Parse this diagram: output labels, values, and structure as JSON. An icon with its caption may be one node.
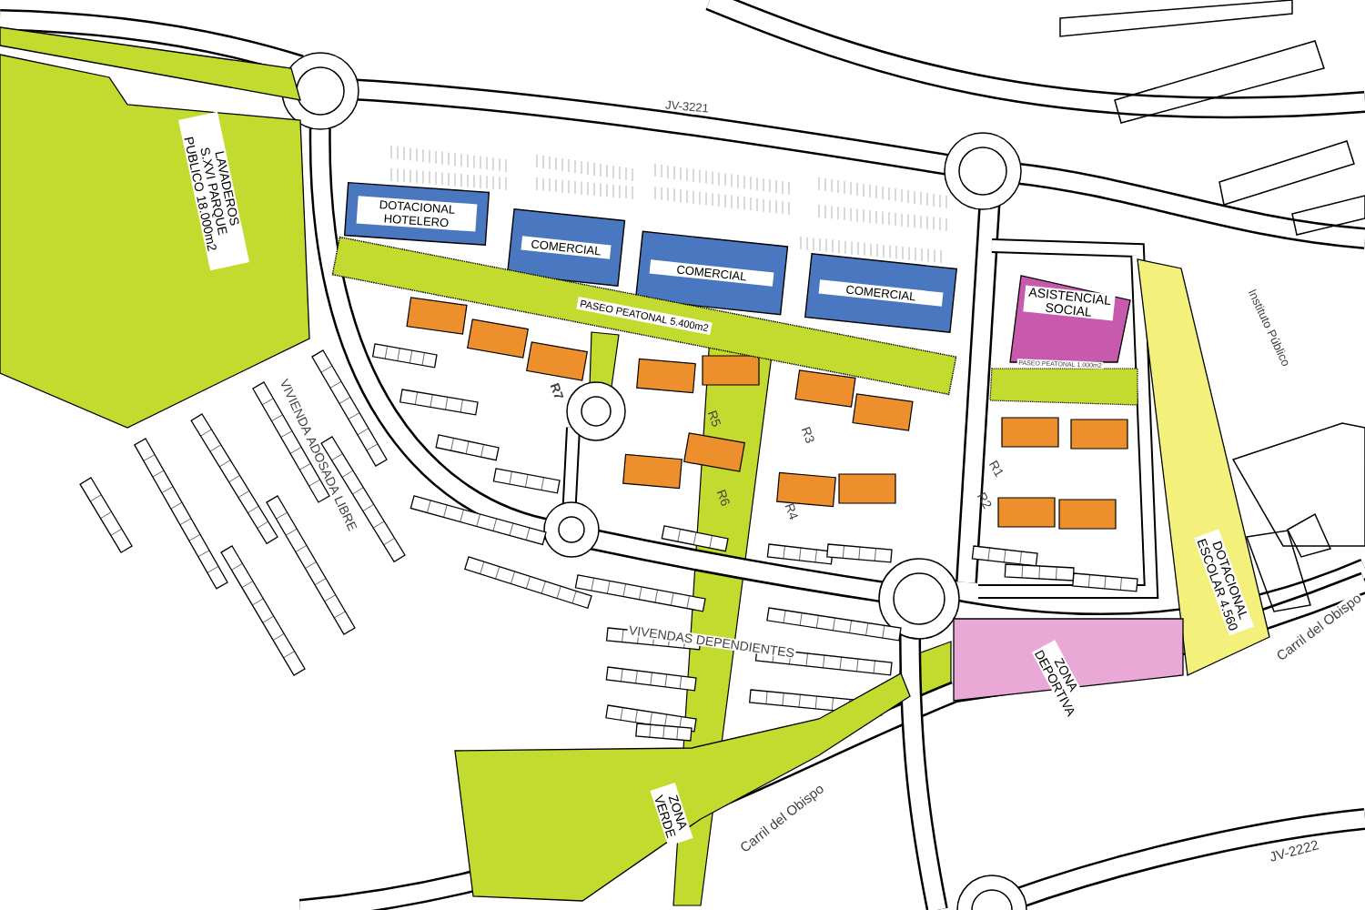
{
  "diagram": {
    "nodes": [
      {
        "text": [
          "LAVADEROS S.XVI PARQUE PUBLICO 18.000m2"
        ]
      },
      {
        "text": [
          "DOTACIONAL HOTELERO"
        ]
      },
      {
        "text": [
          "COMERCIAL"
        ]
      },
      {
        "text": [
          "COMERCIAL"
        ]
      },
      {
        "text": [
          "COMERCIAL"
        ]
      },
      {
        "text": [
          "PASEO PEATONAL 5.400m2"
        ]
      },
      {
        "text": [
          "ASISTENCIAL SOCIAL"
        ]
      },
      {
        "text": [
          "DOTACIONAL ESCOLAR 4.560"
        ]
      },
      {
        "text": [
          "ZONA DEPORTIVA"
        ]
      },
      {
        "text": [
          "ZONA VERDE"
        ]
      }
    ],
    "labels": [
      "JV-3221",
      "PASEO PEATONAL 1.000m2",
      "Instituto Público",
      "R7",
      "R5",
      "R3",
      "R1",
      "R6",
      "R4",
      "R2",
      "VIVIENDA ADOSADA LIBRE",
      "VIVENDAS DEPENDIENTES",
      "Carril del Obispo",
      "Carril del Obispo",
      "JV-2222"
    ]
  }
}
